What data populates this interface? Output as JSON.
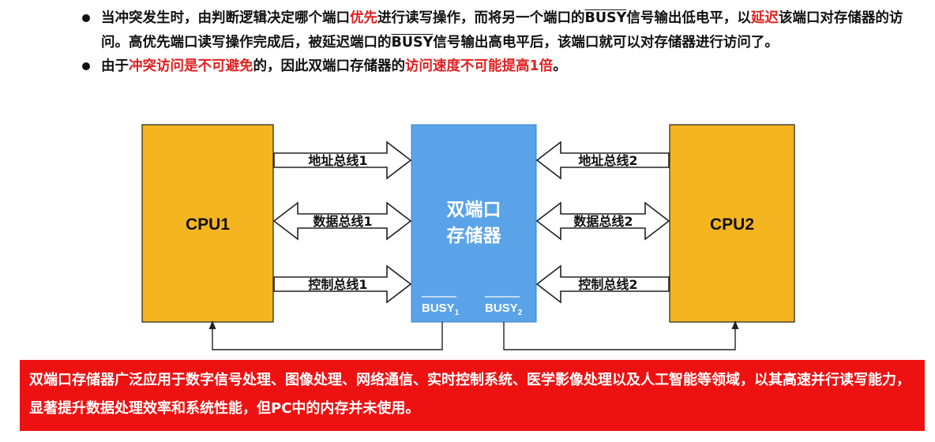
{
  "bullets": [
    {
      "parts": [
        {
          "text": "当冲突发生时，由判断逻辑决定哪个端口"
        },
        {
          "text": "优先",
          "red": true
        },
        {
          "text": "进行读写操作，而将另一个端口的"
        },
        {
          "text": "BUSY",
          "overline": true
        },
        {
          "text": "信号输出低电平，以"
        },
        {
          "text": "延迟",
          "red": true
        },
        {
          "text": "该端口对存储器的访问。高优先端口读写操作完成后，被延迟端口的"
        },
        {
          "text": "BUSY",
          "overline": true
        },
        {
          "text": "信号输出高电平后，该端口就可以对存储器进行访问了。"
        }
      ]
    },
    {
      "parts": [
        {
          "text": "由于"
        },
        {
          "text": "冲突访问是不可避免",
          "red": true
        },
        {
          "text": "的，因此双端口存储器的"
        },
        {
          "text": "访问速度不可能提高1倍",
          "red": true
        },
        {
          "text": "。"
        }
      ]
    }
  ],
  "diagram": {
    "cpu1": "CPU1",
    "cpu2": "CPU2",
    "memory_line1": "双端口",
    "memory_line2": "存储器",
    "left_buses": [
      "地址总线1",
      "数据总线1",
      "控制总线1"
    ],
    "right_buses": [
      "地址总线2",
      "数据总线2",
      "控制总线2"
    ],
    "busy1": "BUSY",
    "busy1_sub": "1",
    "busy2": "BUSY",
    "busy2_sub": "2",
    "colors": {
      "cpu": "#f5b521",
      "memory": "#5aa3e8",
      "arrow_fill": "#ffffff",
      "line": "#222222"
    }
  },
  "banner": {
    "text": "双端口存储器广泛应用于数字信号处理、图像处理、网络通信、实时控制系统、医学影像处理以及人工智能等领域，以其高速并行读写能力，显著提升数据处理效率和系统性能，但PC中的内存并未使用。",
    "color": "#ee1111"
  }
}
